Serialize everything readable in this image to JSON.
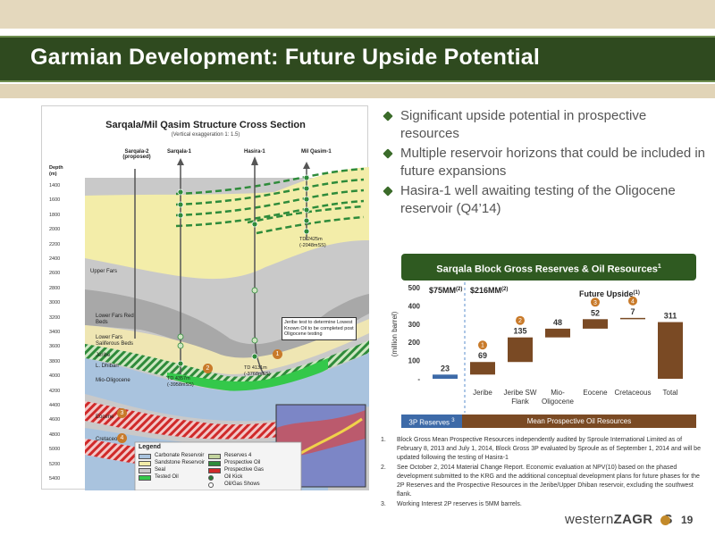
{
  "header": {
    "title": "Garmian Development: Future Upside Potential"
  },
  "cross_section": {
    "title": "Sarqala/Mil Qasim Structure Cross Section",
    "subtitle": "(Vertical exaggeration 1: 1.5)",
    "wells": [
      "Sarqala-2 (proposed)",
      "Sarqala-1",
      "Hasira-1",
      "Mil Qasim-1"
    ],
    "depth_label": "Depth (m)",
    "depth_ticks": [
      "1400",
      "1600",
      "1800",
      "2000",
      "2200",
      "2400",
      "2600",
      "2800",
      "3000",
      "3200",
      "3400",
      "3600",
      "3800",
      "4000",
      "4200",
      "4400",
      "4600",
      "4800",
      "5000",
      "5200",
      "5400"
    ],
    "formations": [
      "Upper Fars",
      "Lower Fars Red Beds",
      "Lower Fars Saliferous Beds",
      "Jeribe",
      "L. Dhiban",
      "Mio-Oligocene",
      "Eocene",
      "Cretaceous"
    ],
    "annotations": {
      "mil_qasim_td": "TD 2425m (-2048mSS)",
      "sarqala_td": "TD 4357m (-3958mSS)",
      "hasira_td": "TD 4131m (-3768mSS)",
      "jeribe_note": "Jeribe test to determine Lowest Known Oil to be completed post Oligocene testing"
    },
    "markers": [
      "1",
      "2",
      "3",
      "4"
    ],
    "legend": {
      "title": "Legend",
      "items": [
        {
          "label": "Carbonate Reservoir",
          "color": "#a9c3de"
        },
        {
          "label": "Sandstone Reservoir",
          "color": "#f3eda9"
        },
        {
          "label": "Seal",
          "color": "#c9c9c9"
        },
        {
          "label": "Tested Oil",
          "color": "#34c84a"
        },
        {
          "label": "Reserves",
          "sup": "4",
          "color": "#c3d49e"
        },
        {
          "label": "Prospective Oil",
          "color": "#2e8b3a"
        },
        {
          "label": "Prospective Gas",
          "color": "#d02a2a"
        },
        {
          "label": "Oil Kick",
          "color": "#2c7a36"
        },
        {
          "label": "Oil/Gas Shows",
          "color": "#ffffff"
        }
      ]
    }
  },
  "bullets": [
    "Significant upside potential in prospective resources",
    "Multiple reservoir horizons that could be included in future expansions",
    "Hasira-1 well awaiting testing of the Oligocene reservoir (Q4’14)"
  ],
  "chart_banner": {
    "text": "Sarqala Block Gross Reserves & Oil Resources",
    "sup": "1"
  },
  "chart_data": {
    "type": "bar",
    "subtype": "waterfall",
    "title": "Sarqala Block Gross Reserves & Oil Resources",
    "ylabel": "(million barrel)",
    "ylim": [
      0,
      500
    ],
    "yticks": [
      "-",
      "100",
      "200",
      "300",
      "400",
      "500"
    ],
    "categories": [
      "",
      "Jeribe",
      "Jeribe SW Flank",
      "Mio-Oligocene",
      "Eocene",
      "Cretaceous",
      "Total"
    ],
    "category_lines": [
      [
        ""
      ],
      [
        "Jeribe"
      ],
      [
        "Jeribe SW",
        "Flank"
      ],
      [
        "Mio-",
        "Oligocene"
      ],
      [
        "Eocene"
      ],
      [
        "Cretaceous"
      ],
      [
        "Total"
      ]
    ],
    "values": [
      23,
      69,
      135,
      48,
      52,
      7,
      311
    ],
    "value_labels": [
      "23",
      "69",
      "135",
      "48",
      "52",
      "7",
      "311"
    ],
    "markers": [
      "",
      "1",
      "2",
      "",
      "3",
      "4",
      ""
    ],
    "colors": {
      "reserves": "#3d6aa8",
      "resources": "#7a4a24",
      "marker": "#c87a2a"
    },
    "annotations": {
      "left": {
        "text": "$75MM",
        "sup": "(2)"
      },
      "right": {
        "text": "$216MM",
        "sup": "(2)"
      },
      "upside": {
        "text": "Future Upside",
        "sup": "(1)"
      }
    },
    "legend": [
      {
        "text": "3P Reserves",
        "sup": "3"
      },
      {
        "text": "Mean Prospective Oil Resources"
      }
    ]
  },
  "footnotes": [
    {
      "num": "1.",
      "text": "Block Gross Mean Prospective Resources independently audited by Sproule International Limited as of February 8, 2013 and July 1, 2014, Block Gross 3P evaluated by Sproule as of September 1, 2014 and will be updated following the testing of Hasira-1"
    },
    {
      "num": "2.",
      "text": "See October 2, 2014 Material Change Report. Economic evaluation at NPV(10) based on the phased development submitted to the KRG and the additional conceptual development plans for future phases for the 2P Reserves and the Prospective Resources in the Jeribe/Upper Dhiban reservoir, excluding the southwest flank."
    },
    {
      "num": "3.",
      "text": "Working Interest 2P reserves is 5MM barrels."
    }
  ],
  "footer": {
    "logo_light": "western",
    "logo_bold": "ZAGR",
    "logo_end": "S",
    "page_number": "19"
  }
}
